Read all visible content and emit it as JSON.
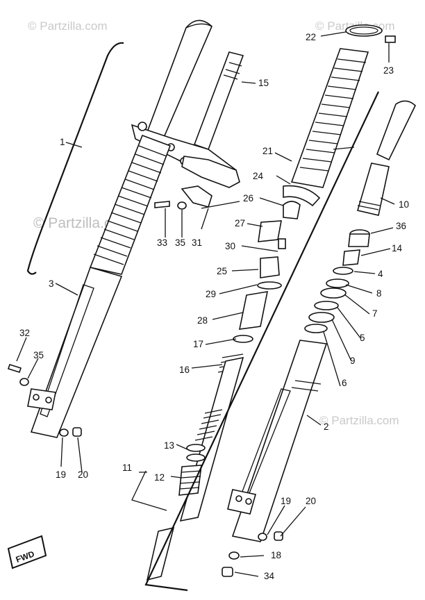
{
  "watermarks": [
    "© Partzilla.com",
    "© Partzilla.com",
    "© Partzilla.com",
    "© Partzilla.com"
  ],
  "labels": [
    "1",
    "2",
    "3",
    "4",
    "5",
    "6",
    "7",
    "8",
    "9",
    "10",
    "11",
    "12",
    "13",
    "14",
    "15",
    "16",
    "17",
    "18",
    "19",
    "20",
    "21",
    "22",
    "23",
    "24",
    "25",
    "26",
    "27",
    "28",
    "29",
    "30",
    "31",
    "32",
    "33",
    "34",
    "35",
    "35",
    "19",
    "20",
    "36"
  ],
  "fwd_badge": "FWD"
}
